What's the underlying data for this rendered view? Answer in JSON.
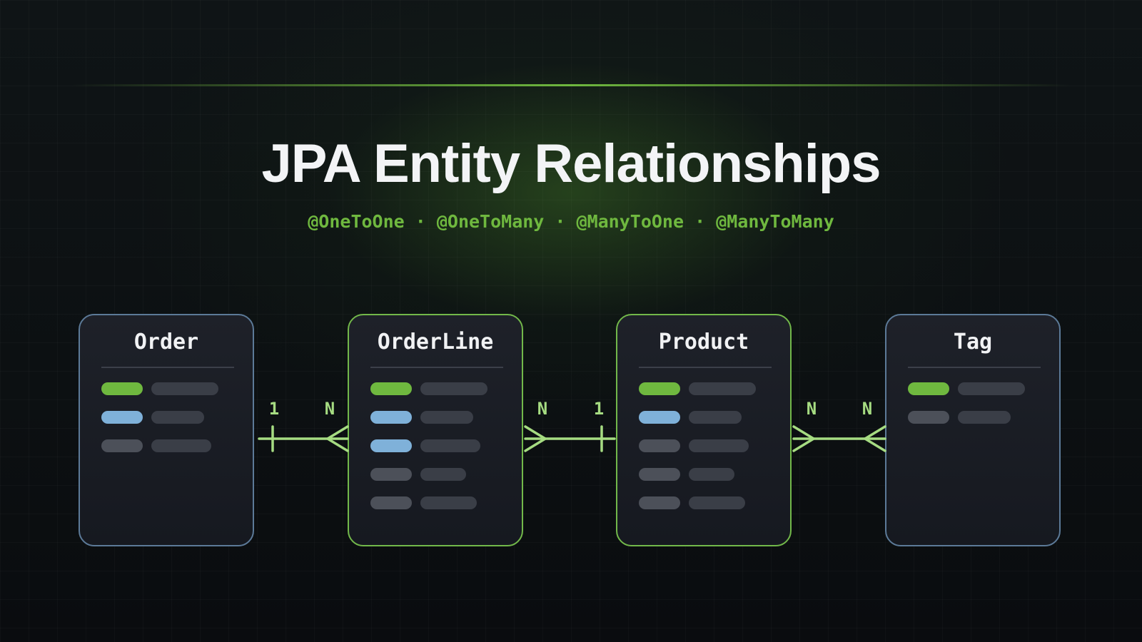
{
  "title": "JPA Entity Relationships",
  "subtitle": "@OneToOne · @OneToMany · @ManyToOne · @ManyToMany",
  "colors": {
    "accent": "#6fb83f",
    "connector": "#a6dc82",
    "primary_key": "#6fb83f",
    "foreign_key": "#7fb1d9",
    "attribute": "#4c5059",
    "entity_border_blue": "#5c7a98",
    "entity_border_green": "#72b84a"
  },
  "entities": [
    {
      "name": "Order",
      "border": "blue",
      "fields": [
        "pk",
        "fk",
        "attr"
      ]
    },
    {
      "name": "OrderLine",
      "border": "green",
      "fields": [
        "pk",
        "fk",
        "fk",
        "attr",
        "attr"
      ]
    },
    {
      "name": "Product",
      "border": "green",
      "fields": [
        "pk",
        "fk",
        "attr",
        "attr",
        "attr"
      ]
    },
    {
      "name": "Tag",
      "border": "blue",
      "fields": [
        "pk",
        "attr"
      ]
    }
  ],
  "relationships": [
    {
      "from": "Order",
      "to": "OrderLine",
      "from_cardinality": "1",
      "to_cardinality": "N"
    },
    {
      "from": "OrderLine",
      "to": "Product",
      "from_cardinality": "N",
      "to_cardinality": "1"
    },
    {
      "from": "Product",
      "to": "Tag",
      "from_cardinality": "N",
      "to_cardinality": "N"
    }
  ]
}
